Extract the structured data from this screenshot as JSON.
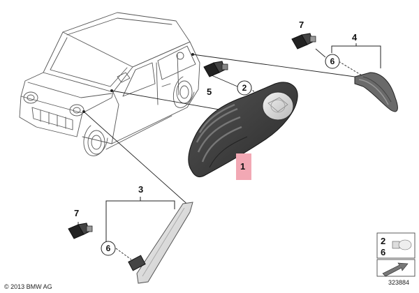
{
  "callouts": {
    "c1": "1",
    "c2": "2",
    "c3": "3",
    "c4": "4",
    "c5": "5",
    "c6a": "6",
    "c6b": "6",
    "c7a": "7",
    "c7b": "7"
  },
  "legend": {
    "n2": "2",
    "n6": "6"
  },
  "copyright": "© 2013 BMW AG",
  "diagram_number": "323884",
  "colors": {
    "highlight": "#f2a8b4",
    "part_dark": "#3c3c3c",
    "line": "#222222"
  }
}
